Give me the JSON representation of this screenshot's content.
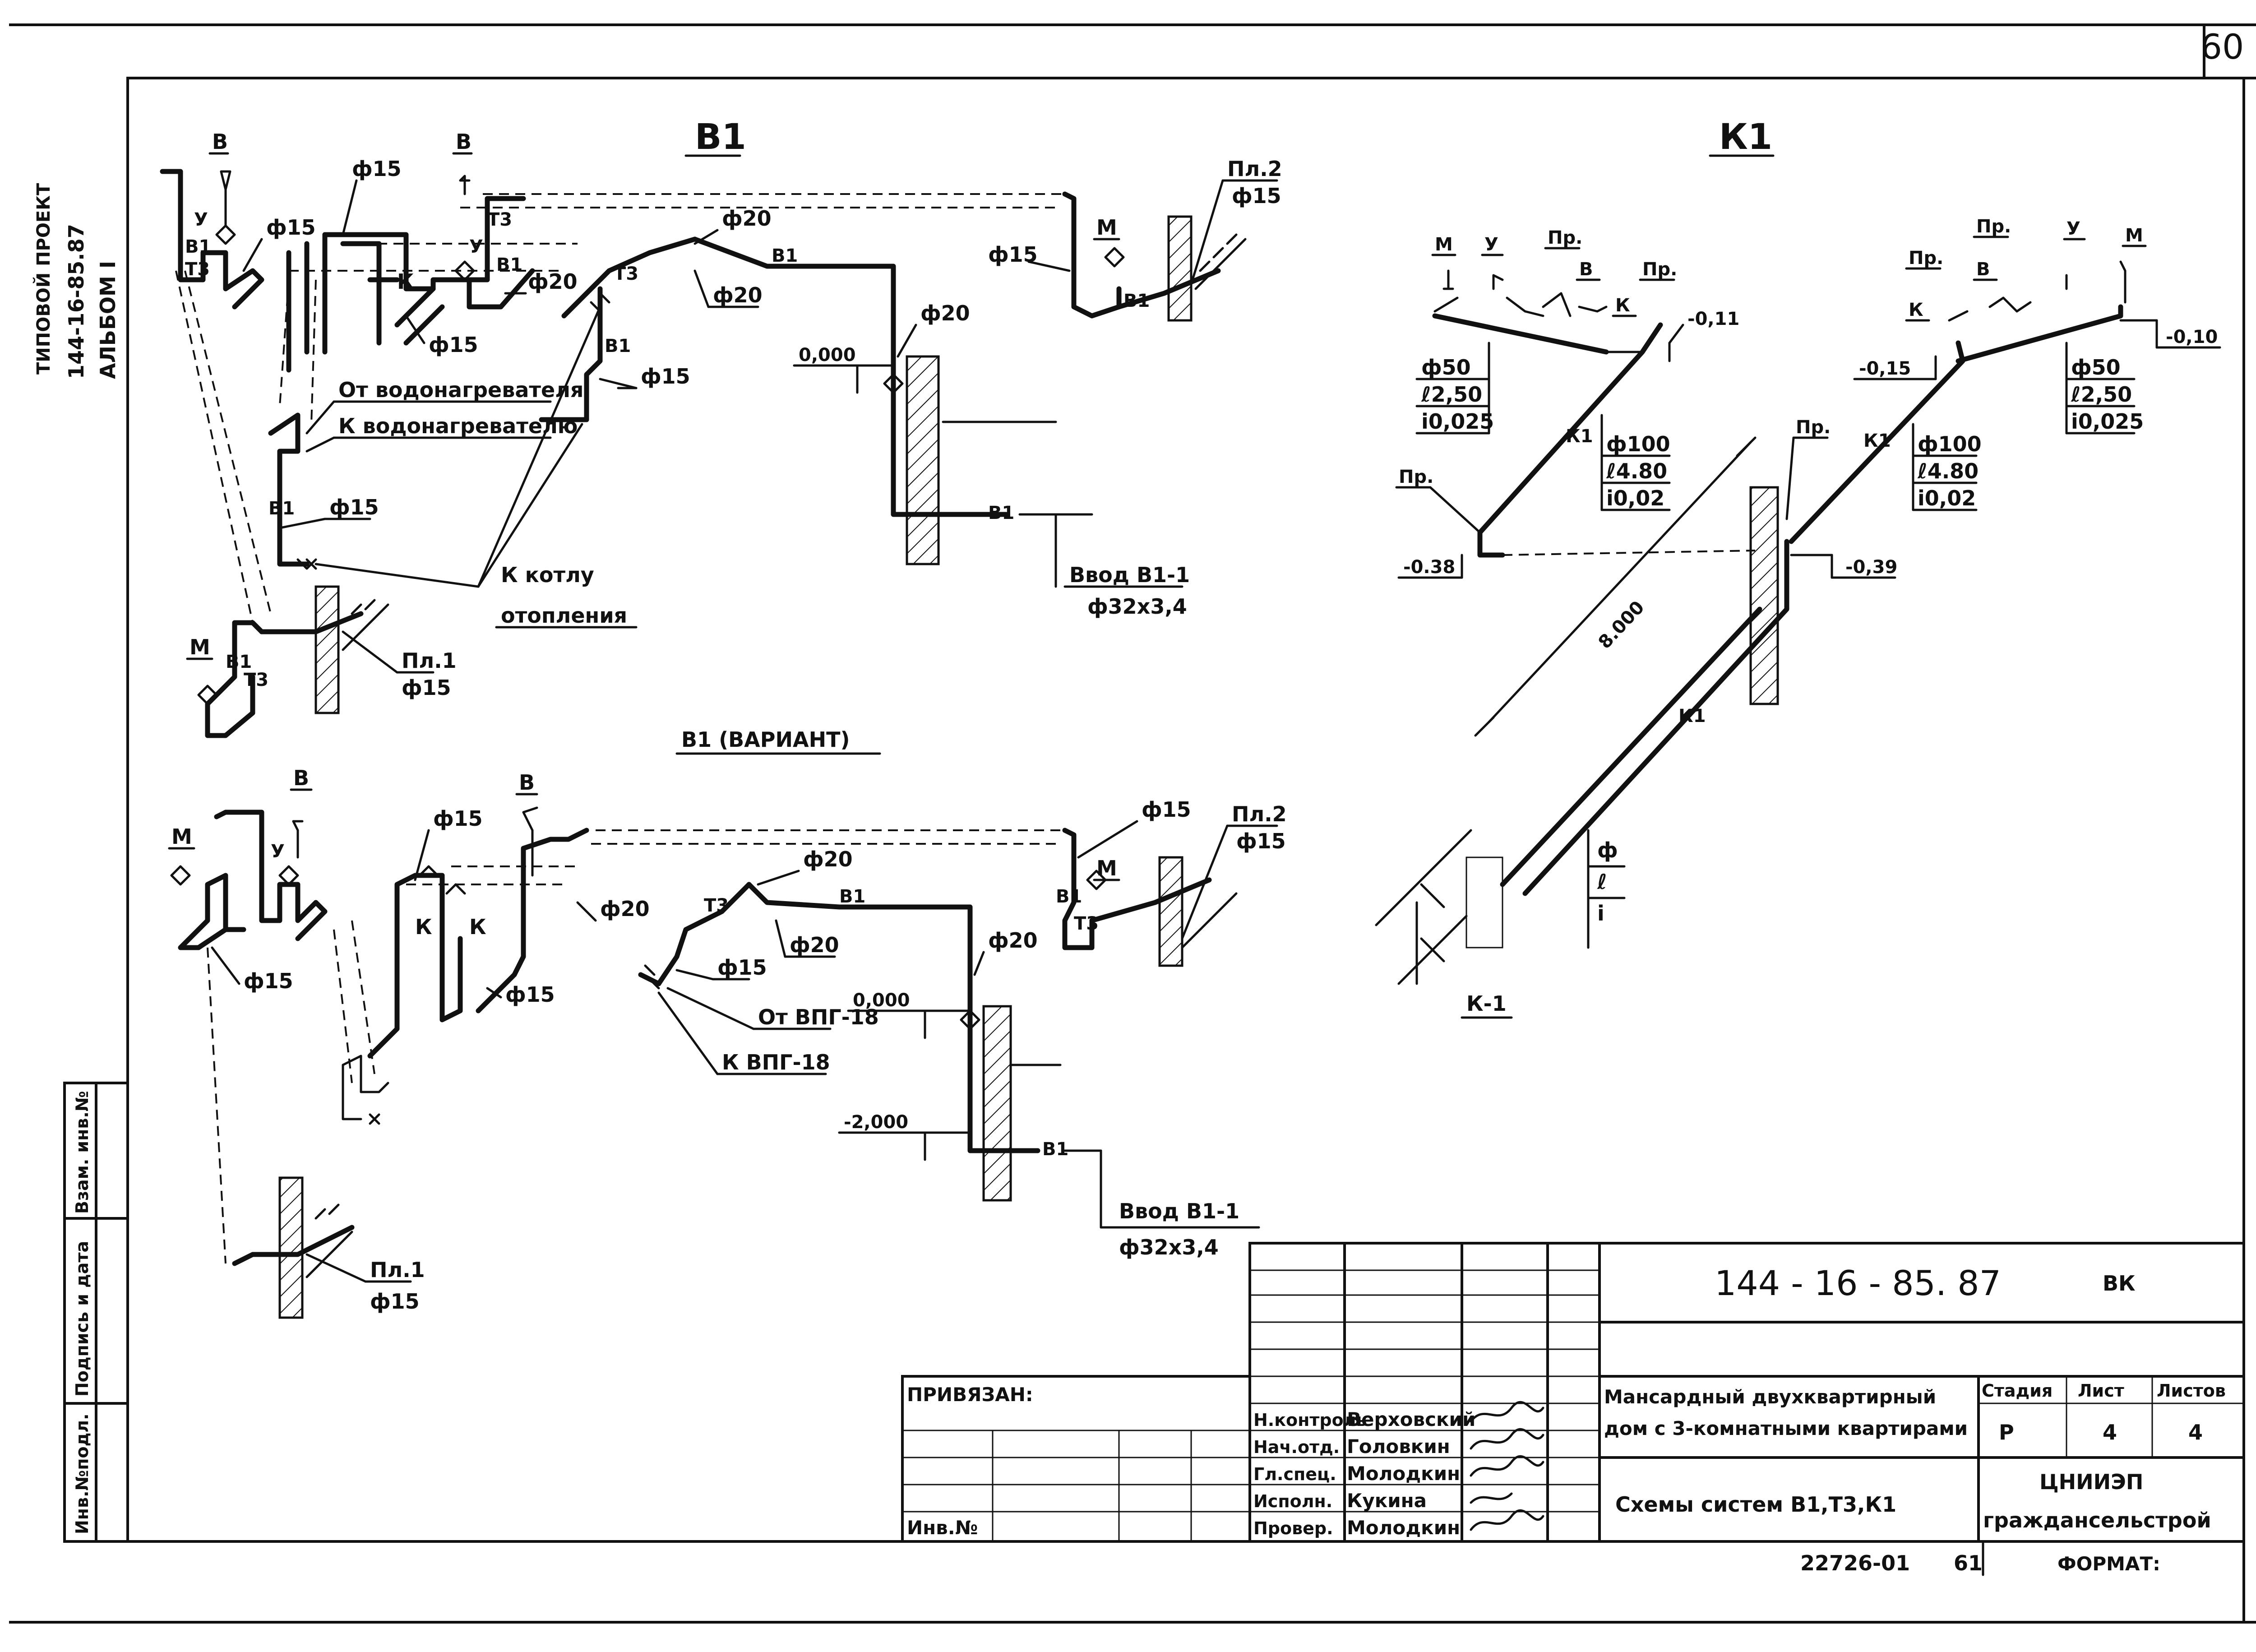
{
  "sheet": {
    "page_number": "60",
    "side_stamp": {
      "line1": "ТИПОВОЙ ПРОЕКТ",
      "line2": "144-16-85.87",
      "line3": "АЛЬБОМ I"
    },
    "left_columns": [
      "Инв.№подл.",
      "Подпись и дата",
      "Взам. инв.№"
    ]
  },
  "diagram_b1": {
    "title": "В1",
    "labels": {
      "v": "В",
      "m": "М",
      "u": "У",
      "k": "К",
      "d15": "ф15",
      "d20": "ф20",
      "pl2": "Пл.2",
      "pl1": "Пл.1",
      "elev": "0,000",
      "b1": "В1",
      "t3": "Т3",
      "from_heater": "От водонагревателя",
      "to_heater": "К водонагревателю",
      "to_boiler_1": "К котлу",
      "to_boiler_2": "отопления",
      "inlet": "Ввод В1-1",
      "inlet_size": "ф32х3,4"
    }
  },
  "diagram_b1_var": {
    "title": "В1 (ВАРИАНТ)",
    "labels": {
      "v": "В",
      "m": "М",
      "u": "У",
      "k": "К",
      "d15": "ф15",
      "d20": "ф20",
      "pl2": "Пл.2",
      "pl1": "Пл.1",
      "elev0": "0,000",
      "elev2": "-2,000",
      "from_vpg": "От ВПГ-18",
      "to_vpg": "К ВПГ-18",
      "inlet": "Ввод В1-1",
      "inlet_size": "ф32х3,4"
    }
  },
  "diagram_k1": {
    "title": "К1",
    "left": {
      "m": "М",
      "u": "У",
      "pr": "Пр.",
      "v": "В",
      "k": "К",
      "elev_top": "-0,11",
      "spec1": [
        "ф50",
        "ℓ2,50",
        "i0,025"
      ],
      "spec2": [
        "ф100",
        "ℓ4.80",
        "i0,02"
      ],
      "elev_bottom": "-0.38",
      "k1": "К1"
    },
    "right": {
      "m": "М",
      "u": "У",
      "pr": "Пр.",
      "v": "В",
      "k": "К",
      "elev_left": "-0,15",
      "elev_top": "-0,10",
      "spec1": [
        "ф50",
        "ℓ2,50",
        "i0,025"
      ],
      "spec2": [
        "ф100",
        "ℓ4.80",
        "i0,02"
      ],
      "elev_bottom": "-0,39",
      "k1": "К1"
    },
    "length": "8.000",
    "legend": [
      "ф",
      "ℓ",
      "i"
    ],
    "outlet": "К-1"
  },
  "title_block": {
    "code": "144 - 16 - 85. 87",
    "section": "ВК",
    "privyazan": "ПРИВЯЗАН:",
    "inv_no": "Инв.№",
    "roles": [
      {
        "role": "Н.контроль",
        "name": "Верховский"
      },
      {
        "role": "Нач.отд.",
        "name": "Головкин"
      },
      {
        "role": "Гл.спец.",
        "name": "Молодкин"
      },
      {
        "role": "Исполн.",
        "name": "Кукина"
      },
      {
        "role": "Провер.",
        "name": "Молодкин"
      }
    ],
    "project_name_1": "Мансардный двухквартирный",
    "project_name_2": "дом с 3-комнатными квартирами",
    "stage_label": "Стадия",
    "sheet_label": "Лист",
    "sheets_label": "Листов",
    "stage": "Р",
    "sheet": "4",
    "sheets": "4",
    "drawing_title": "Схемы систем В1,Т3,К1",
    "org_1": "ЦНИИЭП",
    "org_2": "граждансельстрой",
    "archive_no": "22726-01",
    "archive_page": "61",
    "format_label": "ФОРМАТ:"
  }
}
